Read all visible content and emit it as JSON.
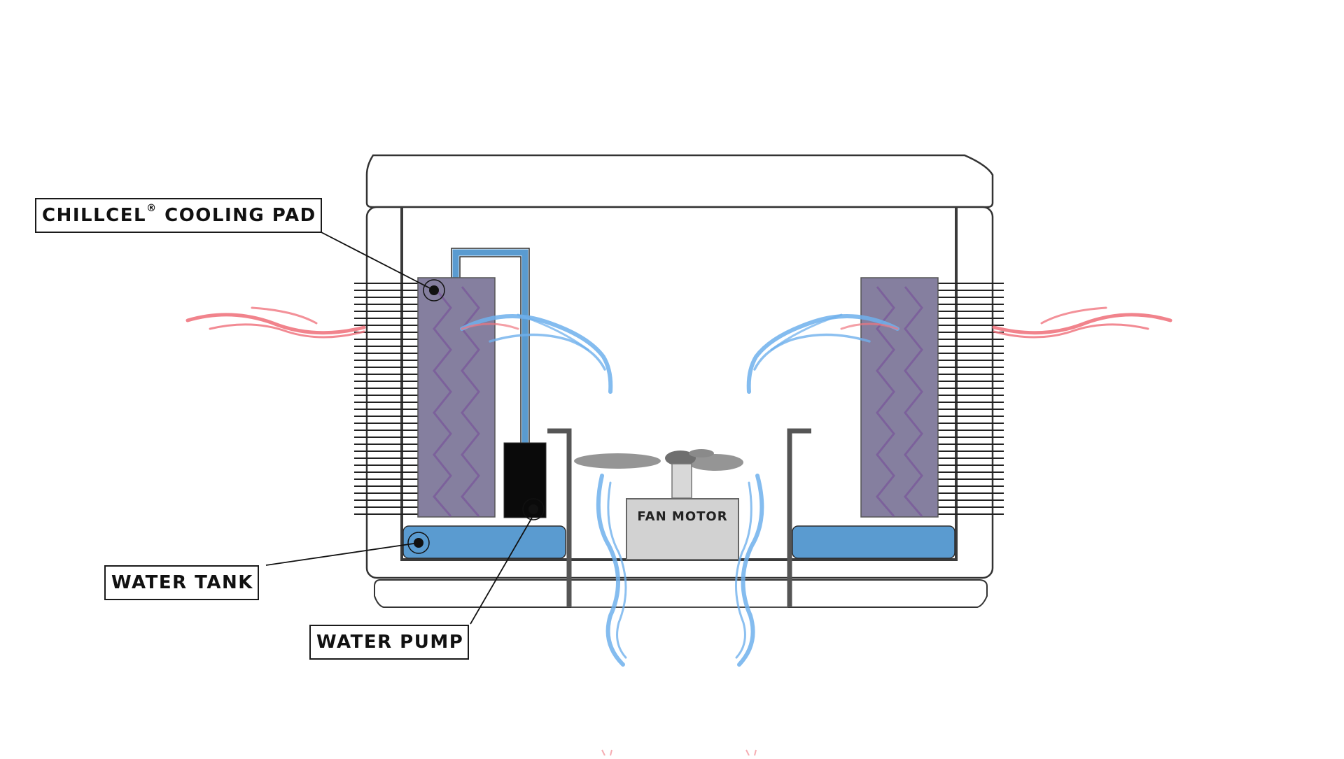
{
  "labels": {
    "cooling_pad": "CHILLCEL",
    "cooling_pad_mark": "®",
    "cooling_pad_suffix": " COOLING PAD",
    "water_tank": "WATER TANK",
    "water_pump": "WATER PUMP",
    "fan_motor": "FAN MOTOR"
  },
  "colors": {
    "outline": "#333333",
    "water": "#5a9bd0",
    "pad": "#857f9f",
    "pad_zigzag": "#7a5c9a",
    "cool_air": "#6fb0ec",
    "warm_air": "#f07680",
    "pump": "#0a0a0a",
    "motor_box": "#d2d2d2",
    "fan_blade": "#8a8a8a"
  }
}
